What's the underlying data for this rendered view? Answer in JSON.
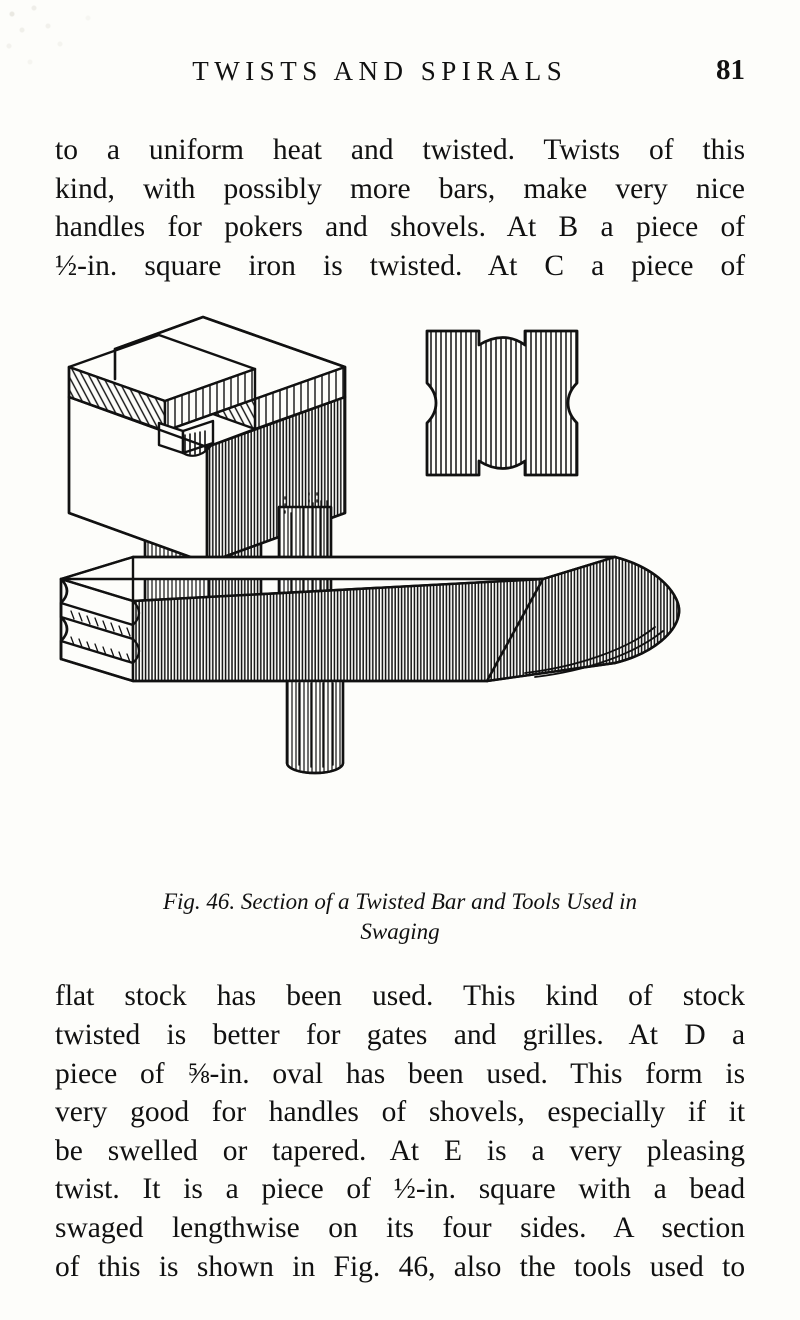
{
  "page": {
    "background_color": "#fdfdfa",
    "ink_color": "#111111"
  },
  "header": {
    "title": "TWISTS AND SPIRALS",
    "folio": "81"
  },
  "body": {
    "paragraph_top": {
      "lines": [
        "to a uniform heat and twisted.  Twists of this",
        "kind, with possibly more bars, make very nice",
        "handles for pokers and shovels.  At B a piece of",
        "½-in. square iron is twisted.  At C a piece of"
      ]
    },
    "paragraph_bottom": {
      "lines": [
        "flat stock has been used.  This kind of stock",
        "twisted is better for gates and grilles.  At D a",
        "piece of ⅝-in. oval has been used.  This form is",
        "very good for handles of shovels, especially if it",
        "be swelled or tapered.  At E is a very pleasing",
        "twist.  It is a piece of ½-in. square with a bead",
        "swaged lengthwise on its four sides.  A section",
        "of this is shown in Fig. 46, also the tools used to"
      ]
    }
  },
  "figure": {
    "caption_line_1": "Fig. 46.  Section of a Twisted Bar and Tools Used in",
    "caption_line_2": "Swaging",
    "illustration": {
      "title": "Section of a twisted bar and swaging tools",
      "parts": [
        "top-swage-tool",
        "twisted-bar-cross-section",
        "bottom-swage-tool"
      ]
    }
  }
}
